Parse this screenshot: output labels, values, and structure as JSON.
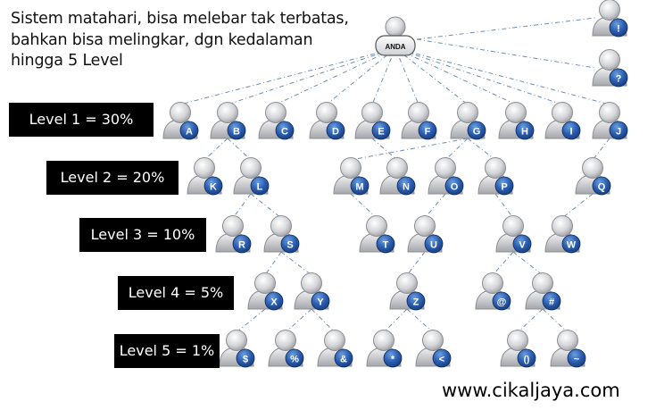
{
  "description": "Sistem matahari, bisa melebar tak terbatas,\nbahkan bisa melingkar, dgn kedalaman\nhingga 5 Level",
  "root_label": "ANDA",
  "levels": [
    {
      "label": "Level 1 = 30%"
    },
    {
      "label": "Level 2 = 20%"
    },
    {
      "label": "Level 3 = 10%"
    },
    {
      "label": "Level 4 = 5%"
    },
    {
      "label": "Level 5 = 1%"
    }
  ],
  "website": "www.cikaljaya.com",
  "side_nodes": [
    "!",
    "?"
  ],
  "level1_nodes": [
    "A",
    "B",
    "C",
    "D",
    "E",
    "F",
    "G",
    "H",
    "I",
    "J"
  ],
  "level2_nodes": [
    "K",
    "L",
    "M",
    "N",
    "O",
    "P",
    "Q"
  ],
  "level3_nodes": [
    "R",
    "S",
    "T",
    "U",
    "V",
    "W"
  ],
  "level4_nodes": [
    "X",
    "Y",
    "Z",
    "@",
    "#"
  ],
  "level5_nodes": [
    "$",
    "%",
    "&",
    "*",
    "<",
    "()",
    "~"
  ],
  "edges": [
    [
      "B",
      "K"
    ],
    [
      "B",
      "L"
    ],
    [
      "G",
      "M"
    ],
    [
      "E",
      "N"
    ],
    [
      "G",
      "O"
    ],
    [
      "G",
      "P"
    ],
    [
      "J",
      "Q"
    ],
    [
      "L",
      "R"
    ],
    [
      "L",
      "S"
    ],
    [
      "M",
      "T"
    ],
    [
      "O",
      "U"
    ],
    [
      "P",
      "V"
    ],
    [
      "Q",
      "W"
    ],
    [
      "S",
      "X"
    ],
    [
      "S",
      "Y"
    ],
    [
      "U",
      "Z"
    ],
    [
      "V",
      "@"
    ],
    [
      "V",
      "#"
    ],
    [
      "X",
      "$"
    ],
    [
      "Y",
      "%"
    ],
    [
      "Y",
      "&"
    ],
    [
      "Z",
      "*"
    ],
    [
      "Z",
      "<"
    ],
    [
      "#",
      "()"
    ],
    [
      "#",
      "~"
    ]
  ],
  "colors": {
    "badge": "#1f4f9e",
    "badge_light": "#5a8fd4",
    "person": "#cfd0d3",
    "line": "#6f8db4"
  }
}
